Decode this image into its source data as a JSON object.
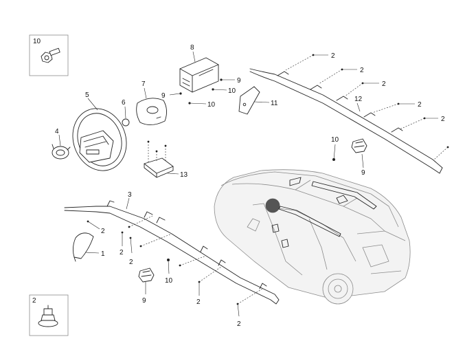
{
  "callouts": {
    "c10_box": "10",
    "c2_box": "2",
    "c8": "8",
    "c9_top": "9",
    "c10_top": "10",
    "c9_left": "9",
    "c10_mid": "10",
    "c7": "7",
    "c5": "5",
    "c6": "6",
    "c4": "4",
    "c11": "11",
    "c13": "13",
    "c12": "12",
    "c2_r1": "2",
    "c2_r2": "2",
    "c2_r3": "2",
    "c2_r4": "2",
    "c2_r5": "2",
    "c10_right": "10",
    "c9_right": "9",
    "c3": "3",
    "c2_l1": "2",
    "c1": "1",
    "c2_l2": "2",
    "c2_l3": "2",
    "c10_bot": "10",
    "c9_bot": "9",
    "c2_b1": "2",
    "c2_b2": "2"
  },
  "colors": {
    "line": "#222222",
    "car_outline": "#8a8a8a",
    "background": "#ffffff"
  }
}
